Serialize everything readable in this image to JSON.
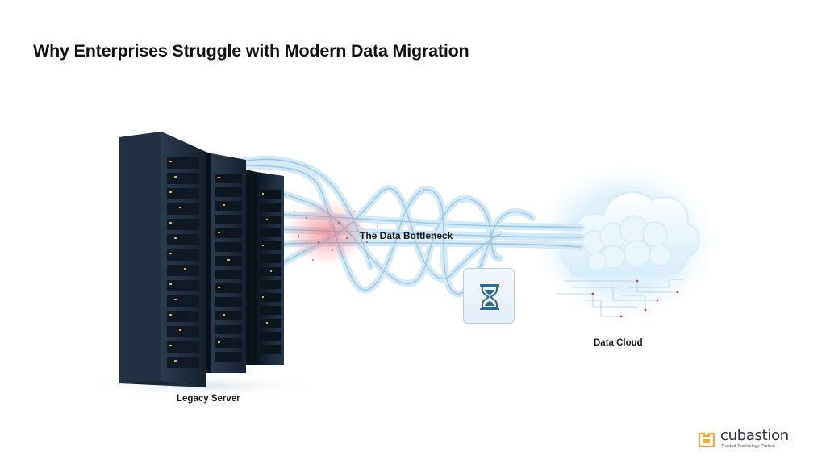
{
  "slide": {
    "title": "Why Enterprises Struggle with Modern Data Migration"
  },
  "diagram": {
    "bottleneck_label": "The Data Bottleneck",
    "source_label": "Legacy Server",
    "target_label": "Data Cloud",
    "colors": {
      "server": "#1f2e3e",
      "pipe": "#a8d3ea",
      "bottleneck": "#e0404a",
      "cloud_glow": "#bfe3f5"
    },
    "icons": [
      "server-rack-icon",
      "data-pipes-icon",
      "hourglass-icon",
      "cloud-icon"
    ]
  },
  "brand": {
    "name": "cubastion",
    "tagline": "Trusted Technology Partner",
    "accent": "#f2a93b"
  }
}
